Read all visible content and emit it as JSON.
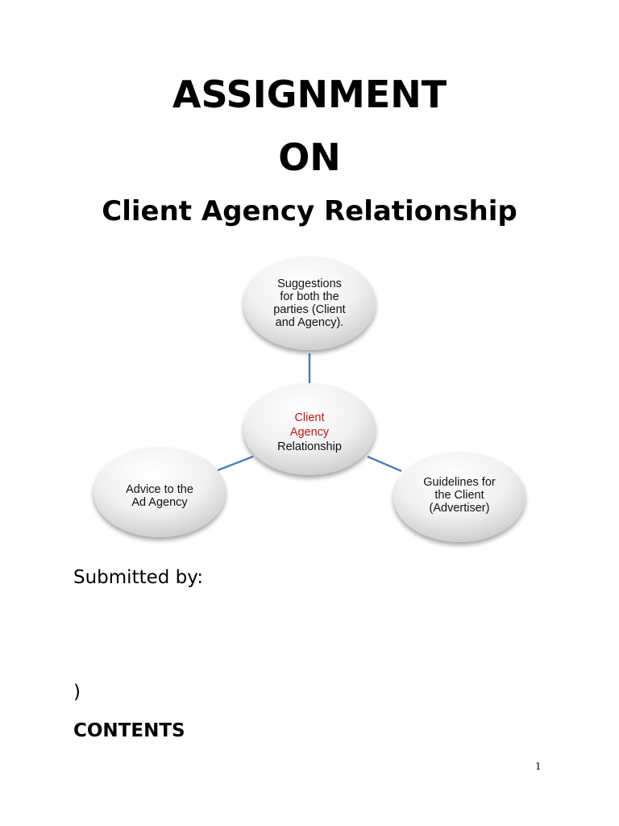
{
  "document": {
    "title_line1": "ASSIGNMENT",
    "title_line2": "ON",
    "subtitle": "Client Agency Relationship",
    "submitted_by": "Submitted by:",
    "stray_paren": ")",
    "contents_heading": "CONTENTS",
    "page_number": "1"
  },
  "diagram": {
    "center": {
      "line1": "Client",
      "line2": "Agency",
      "line3": "Relationship"
    },
    "top_node": {
      "line1": "Suggestions",
      "line2": "for both the",
      "line3": "parties (Client",
      "line4": "and Agency)."
    },
    "left_node": {
      "line1": "Advice to the",
      "line2": "Ad Agency"
    },
    "right_node": {
      "line1": "Guidelines for",
      "line2": "the Client",
      "line3": "(Advertiser)"
    },
    "colors": {
      "connector": "#4f7fb5",
      "center_accent_text": "#c0161c",
      "node_fill_light": "#ffffff",
      "node_fill_dark": "#d2d2d2"
    }
  }
}
